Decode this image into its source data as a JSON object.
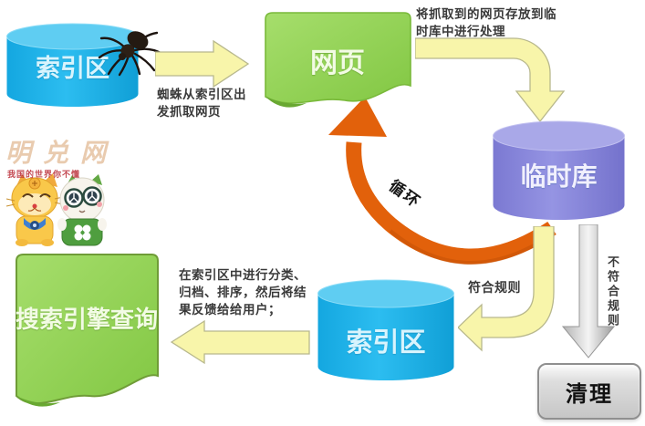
{
  "nodes": {
    "index_source": "索引区",
    "webpage": "网页",
    "temp_store": "临时库",
    "index_area": "索引区",
    "cleanup": "清理",
    "search_query": "搜索引擎查询"
  },
  "labels": {
    "crawl_note": "蜘蛛从索引区出\n发抓取网页",
    "store_note": "将抓取到的网页存放到临\n时库中进行处理",
    "loop": "循环",
    "rule_match": "符合规则",
    "rule_mismatch": "不符合规则",
    "classify_note": "在索引区中进行分类、\n归档、排序，然后将结\n果反馈给给用户；"
  },
  "watermark": {
    "site_name": "明兑网",
    "tagline": "我国的世界你不懂"
  },
  "colors": {
    "cyan_cylinder": "#18b2e8",
    "cyan_top": "#5fcdf2",
    "green_shape": "#8ed052",
    "green_border": "#79b93a",
    "purple_cylinder": "#8886db",
    "purple_top": "#a9a8e8",
    "orange_arrow": "#e2610b",
    "pale_yellow_arrow": "#f8f5aa",
    "yellow_border": "#b8b88d",
    "gray_arrow": "#d4d4d4",
    "text_dark": "#3a3a3a"
  }
}
